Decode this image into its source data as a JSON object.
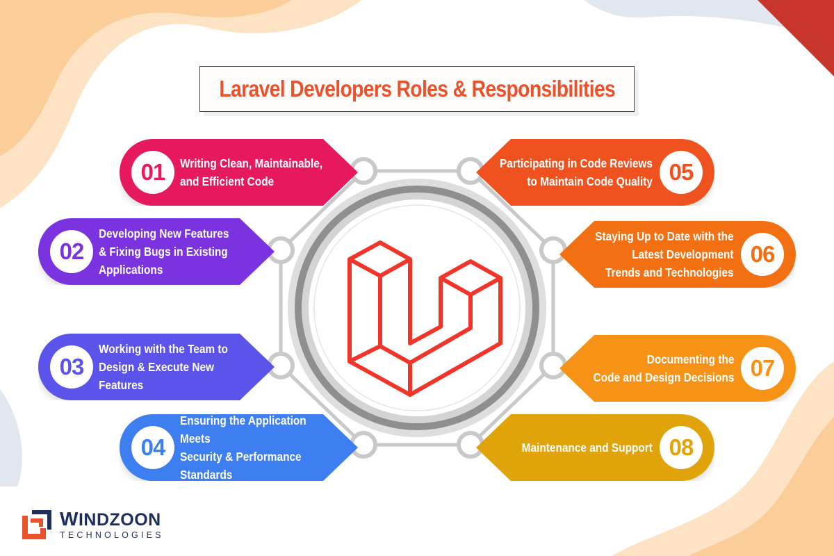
{
  "title": "Laravel Developers Roles & Responsibilities",
  "items": [
    {
      "number": "01",
      "text_lines": [
        "Writing Clean, Maintainable,",
        "and Efficient Code"
      ],
      "color": "#e6195f"
    },
    {
      "number": "02",
      "text_lines": [
        "Developing New Features",
        "& Fixing Bugs in Existing",
        "Applications"
      ],
      "color": "#7b33e0"
    },
    {
      "number": "03",
      "text_lines": [
        "Working with the Team to",
        "Design & Execute New Features"
      ],
      "color": "#5b53ea"
    },
    {
      "number": "04",
      "text_lines": [
        "Ensuring the Application Meets",
        "Security & Performance",
        "Standards"
      ],
      "color": "#3d7ff0"
    },
    {
      "number": "05",
      "text_lines": [
        "Participating in Code Reviews",
        "to Maintain Code Quality"
      ],
      "color": "#f0521f"
    },
    {
      "number": "06",
      "text_lines": [
        "Staying Up to Date with the",
        "Latest Development",
        "Trends and Technologies"
      ],
      "color": "#f26f12"
    },
    {
      "number": "07",
      "text_lines": [
        "Documenting the",
        "Code and Design Decisions"
      ],
      "color": "#f69216"
    },
    {
      "number": "08",
      "text_lines": [
        "Maintenance and Support"
      ],
      "color": "#e0a40a"
    }
  ],
  "center_icon": "laravel-logo-icon",
  "brand": {
    "name_first_letter": "W",
    "name_rest": "INDZOON",
    "subtitle": "TECHNOLOGIES",
    "logo_icon": "windzoon-logo-icon",
    "colors": {
      "orange": "#e8522c",
      "navy": "#1f2d5c"
    }
  }
}
